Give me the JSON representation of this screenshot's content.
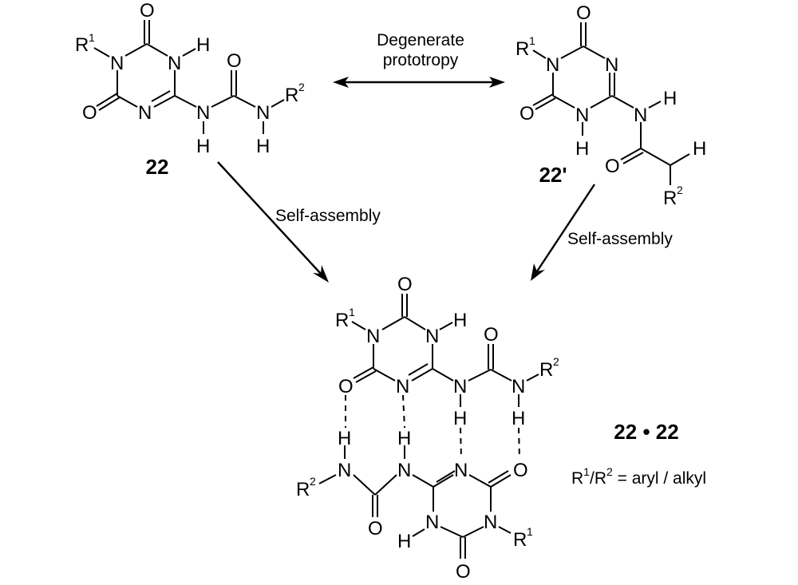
{
  "reaction": {
    "equilibrium_label_line1": "Degenerate",
    "equilibrium_label_line2": "prototropy",
    "left_arrow_label": "Self-assembly",
    "right_arrow_label": "Self-assembly"
  },
  "compounds": {
    "tautomer_a": {
      "label": "22",
      "substituents": {
        "r1": "R",
        "r1_sup": "1",
        "r2": "R",
        "r2_sup": "2"
      }
    },
    "tautomer_b": {
      "label": "22'",
      "substituents": {
        "r1": "R",
        "r1_sup": "1",
        "r2": "R",
        "r2_sup": "2"
      }
    },
    "dimer": {
      "label": "22 • 22",
      "substituents_note_r1": "R",
      "substituents_note_r1_sup": "1",
      "substituents_note_slash": "/",
      "substituents_note_r2": "R",
      "substituents_note_r2_sup": "2",
      "substituents_note_rest": " = aryl / alkyl"
    }
  },
  "atoms": {
    "O": "O",
    "N": "N",
    "H": "H",
    "R": "R",
    "one": "1",
    "two": "2"
  },
  "colors": {
    "ink": "#000000",
    "background": "#ffffff"
  }
}
